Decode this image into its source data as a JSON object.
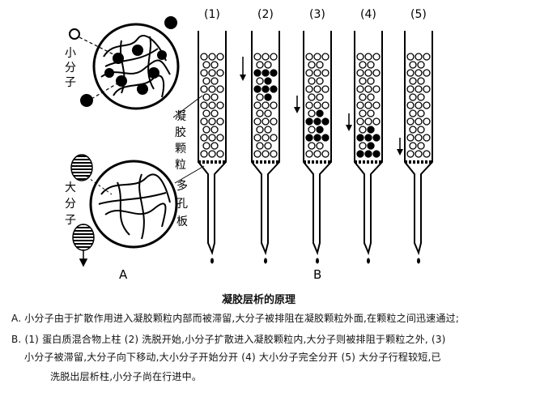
{
  "figure": {
    "column_numbers": [
      "(1)",
      "(2)",
      "(3)",
      "(4)",
      "(5)"
    ],
    "label_small_molecule": "小分子",
    "label_gel_particle": "凝胶颗粒",
    "label_large_molecule": "大分子",
    "label_porous_plate": "多孔板",
    "label_A": "A",
    "label_B": "B"
  },
  "title": "凝胶层析的原理",
  "caption": {
    "line_a": "A. 小分子由于扩散作用进入凝胶颗粒内部而被滞留,大分子被排阻在凝胶颗粒外面,在颗粒之间迅速通过;",
    "line_b1": "B. (1) 蛋白质混合物上柱  (2) 洗脱开始,小分子扩散进入凝胶颗粒内,大分子则被排阻于颗粒之外, (3)",
    "line_b2": "小分子被滞留,大分子向下移动,大小分子开始分开  (4) 大小分子完全分开  (5) 大分子行程较短,已",
    "line_b3": "洗脱出层析柱,小分子尚在行进中。"
  }
}
